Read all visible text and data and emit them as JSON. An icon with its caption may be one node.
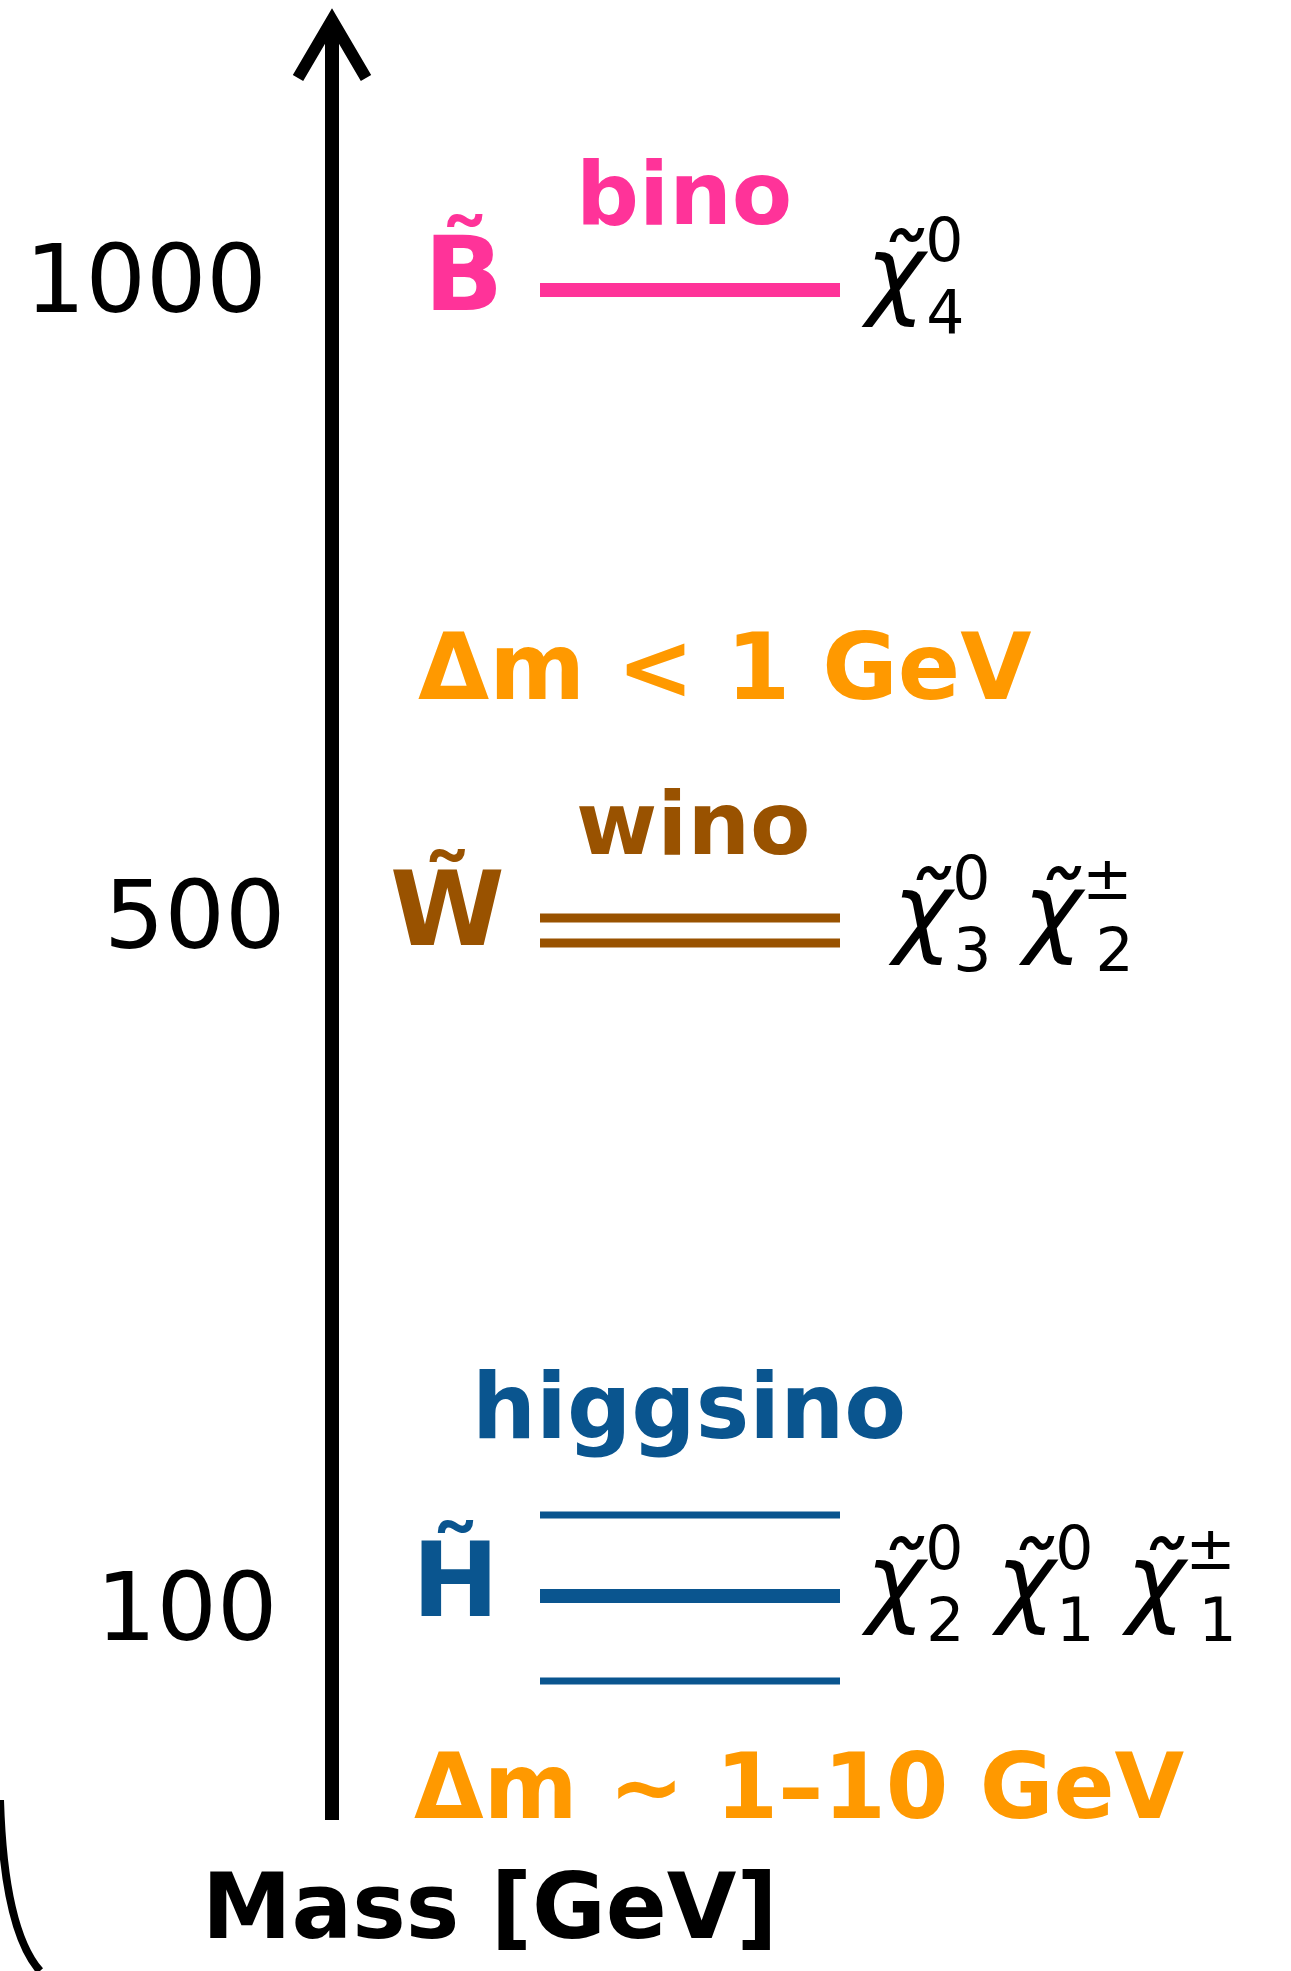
{
  "diagram": {
    "labels": [
      "1000",
      "B̃",
      "bino",
      "χ̃$^{0}$$_{4}$",
      "Δm < 1 GeV",
      "wino",
      "500",
      "W̃",
      "χ̃$^{0}$$_{3}$ χ̃$^{±}$$_{2}$",
      "higgsino",
      "100",
      "H̃",
      "χ̃$^{0}$$_{2}$ χ̃$^{0}$$_{1}$ χ̃$^{±}$$_{1}$",
      "Δm ~ 1–10 GeV",
      "Mass [GeV]"
    ]
  }
}
